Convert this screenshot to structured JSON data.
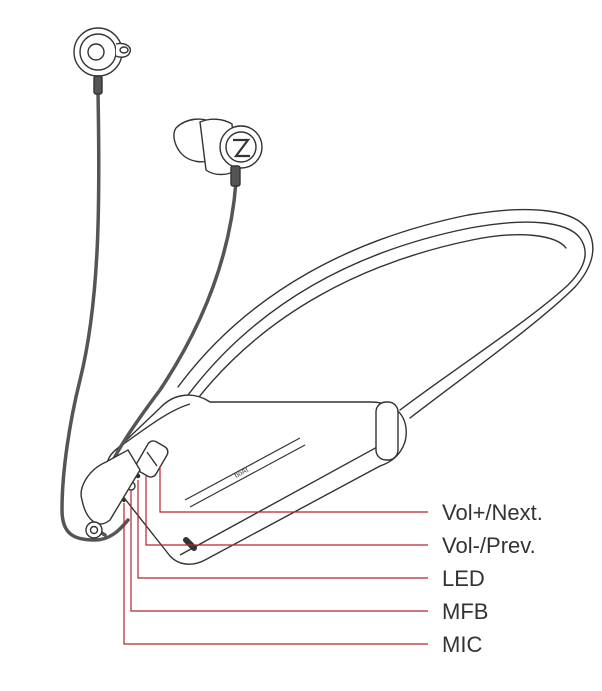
{
  "diagram": {
    "colors": {
      "outline": "#333333",
      "cable": "#555555",
      "leader_line": "#b3262e",
      "label_text": "#333333",
      "background": "#ffffff"
    },
    "callouts": [
      {
        "id": "vol-up",
        "label": "Vol+/Next."
      },
      {
        "id": "vol-down",
        "label": "Vol-/Prev."
      },
      {
        "id": "led",
        "label": "LED"
      },
      {
        "id": "mfb",
        "label": "MFB"
      },
      {
        "id": "mic",
        "label": "MIC"
      }
    ],
    "brand_mark": "boAt"
  }
}
